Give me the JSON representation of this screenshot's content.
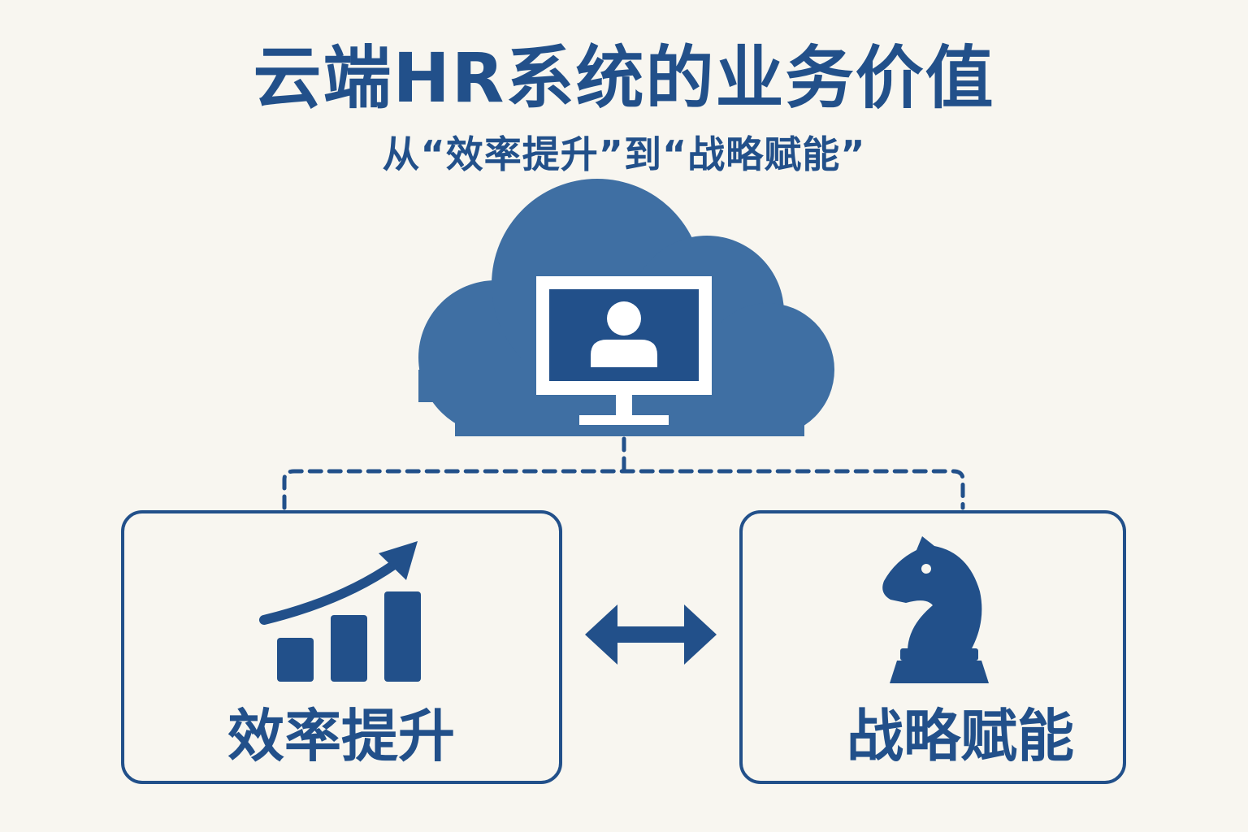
{
  "header": {
    "title": "云端HR系统的业务价值",
    "subtitle": "从“效率提升”到“战略赋能”"
  },
  "diagram": {
    "center_node": {
      "icons": [
        "cloud-icon",
        "monitor-icon",
        "user-icon"
      ]
    },
    "left_node": {
      "label": "效率提升",
      "icon": "growth-bar-chart-icon"
    },
    "right_node": {
      "label": "战略赋能",
      "icon": "chess-knight-icon"
    },
    "link_between": "double-arrow-icon"
  },
  "colors": {
    "background": "#f8f6f0",
    "primary": "#22508a",
    "cloud": "#3f6fa3"
  }
}
